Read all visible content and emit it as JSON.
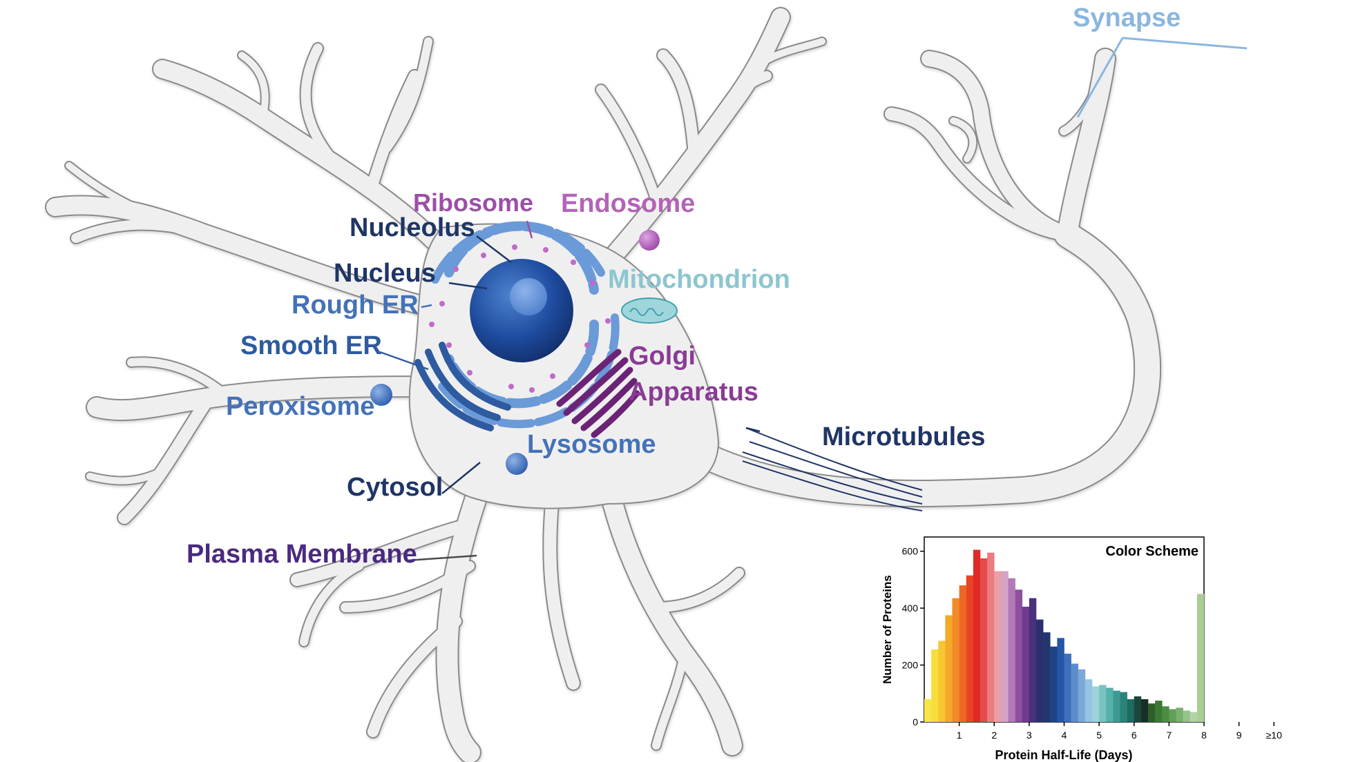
{
  "labels": {
    "synapse": "Synapse",
    "ribosome": "Ribosome",
    "endosome": "Endosome",
    "nucleolus": "Nucleolus",
    "nucleus": "Nucleus",
    "mitochondrion": "Mitochondrion",
    "rough_er": "Rough ER",
    "smooth_er": "Smooth ER",
    "golgi_line1": "Golgi",
    "golgi_line2": "Apparatus",
    "peroxisome": "Peroxisome",
    "microtubules": "Microtubules",
    "lysosome": "Lysosome",
    "cytosol": "Cytosol",
    "plasma_membrane": "Plasma Membrane"
  },
  "colors": {
    "dark_navy": "#1f3566",
    "mid_blue": "#4472b8",
    "light_blue": "#8ab6e0",
    "teal": "#5bb4c2",
    "purple": "#9c4fa6",
    "dark_purple": "#4a2a80",
    "cell_fill": "#efefef",
    "cell_stroke": "#9a9a9a"
  },
  "chart_data": {
    "type": "bar",
    "title": "Color Scheme",
    "xlabel": "Protein Half-Life (Days)",
    "ylabel": "Number of Proteins",
    "ylim": [
      0,
      650
    ],
    "yticks": [
      0,
      200,
      400,
      600
    ],
    "xticks": [
      "1",
      "2",
      "3",
      "4",
      "5",
      "6",
      "7",
      "8",
      "9",
      "≥10"
    ],
    "bin_width_days": 0.2,
    "values": [
      80,
      255,
      285,
      375,
      435,
      480,
      515,
      605,
      575,
      595,
      530,
      530,
      505,
      465,
      405,
      435,
      360,
      315,
      265,
      295,
      240,
      205,
      185,
      150,
      125,
      130,
      120,
      110,
      105,
      80,
      90,
      80,
      65,
      75,
      55,
      45,
      50,
      40,
      35,
      450
    ],
    "colors": [
      "#f7e64a",
      "#f8de3c",
      "#f7c731",
      "#f4a929",
      "#f28a27",
      "#ee6825",
      "#e84424",
      "#e02a26",
      "#e64a4c",
      "#ec7b80",
      "#eaa0a5",
      "#d6a3c8",
      "#b279b6",
      "#8f4f9f",
      "#6e3b8e",
      "#49307c",
      "#2b2f6e",
      "#22366f",
      "#1f4486",
      "#2555a6",
      "#3e6fba",
      "#5c8ccb",
      "#7aa9d9",
      "#96c4e3",
      "#9fd3dc",
      "#79c4c2",
      "#56b0ab",
      "#3c9a92",
      "#2b837a",
      "#1e6b61",
      "#1b463e",
      "#173027",
      "#2e5e2a",
      "#3c7a34",
      "#4d8c43",
      "#62a058",
      "#7ab070",
      "#96c28c",
      "#b3d3a7",
      "#a9cd92"
    ]
  }
}
